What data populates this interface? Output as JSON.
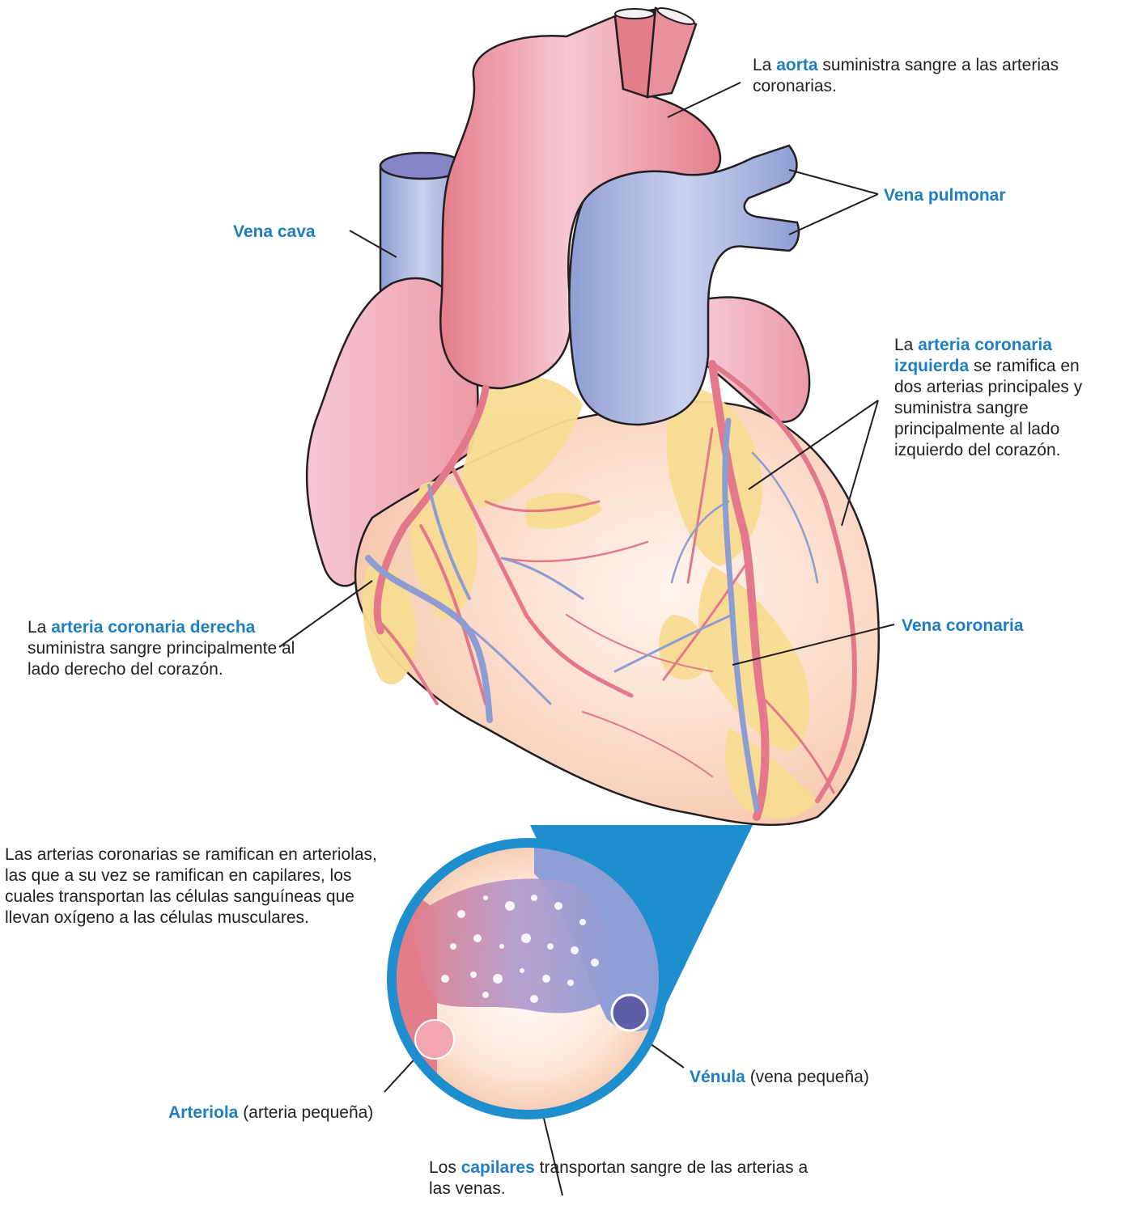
{
  "colors": {
    "accent": "#1f7ec1",
    "artery": "#e2838f",
    "vein": "#8f9fd2",
    "fat": "#f8dc92",
    "myocardium": "#f8cdb4",
    "zoom": "#1e8ecf"
  },
  "labels": {
    "aorta": {
      "pre": "La ",
      "term": "aorta",
      "post": " suministra sangre a las arterias coronarias."
    },
    "pulmonary_vein": {
      "term": "Vena pulmonar"
    },
    "vena_cava": {
      "term": "Vena cava"
    },
    "left_coronary": {
      "pre": "La ",
      "term": "arteria coronaria izquierda",
      "post": " se ramifica en dos arterias principales y suministra sangre principalmente al lado izquierdo del corazón."
    },
    "right_coronary": {
      "pre": "La ",
      "term": "arteria coronaria derecha",
      "post": " suministra sangre principalmente al lado derecho del corazón."
    },
    "coronary_vein": {
      "term": "Vena coronaria"
    },
    "branching": {
      "text": "Las arterias coronarias se ramifican en arteriolas, las que a su vez se ramifican en capilares, los cuales transportan las células sanguíneas que llevan oxígeno a las células musculares."
    },
    "arteriole": {
      "term": "Arteriola",
      "post": " (arteria pequeña)"
    },
    "venule": {
      "term": "Vénula",
      "post": " (vena pequeña)"
    },
    "capillaries": {
      "pre": "Los ",
      "term": "capilares",
      "post": " transportan sangre de las arterias a las venas."
    }
  }
}
